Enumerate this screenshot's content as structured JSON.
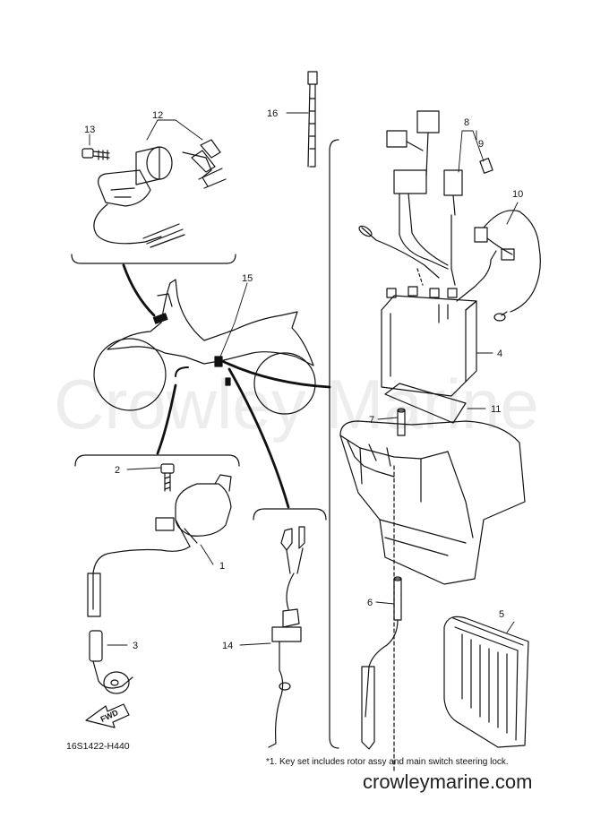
{
  "diagram": {
    "watermark": "Crowley Marine",
    "part_code": "16S1422-H440",
    "footnote": "*1. Key set includes rotor assy and main switch steering lock.",
    "website": "crowleymarine.com",
    "fwd_label": "FWD",
    "callouts": [
      {
        "id": "1",
        "label": "1"
      },
      {
        "id": "2",
        "label": "2"
      },
      {
        "id": "3",
        "label": "3"
      },
      {
        "id": "4",
        "label": "4"
      },
      {
        "id": "5",
        "label": "5"
      },
      {
        "id": "6",
        "label": "6"
      },
      {
        "id": "7",
        "label": "7"
      },
      {
        "id": "8",
        "label": "8"
      },
      {
        "id": "9",
        "label": "9"
      },
      {
        "id": "10",
        "label": "10"
      },
      {
        "id": "11",
        "label": "11"
      },
      {
        "id": "12",
        "label": "12"
      },
      {
        "id": "13",
        "label": "13"
      },
      {
        "id": "14",
        "label": "14"
      },
      {
        "id": "15",
        "label": "15"
      },
      {
        "id": "16",
        "label": "16"
      }
    ]
  }
}
